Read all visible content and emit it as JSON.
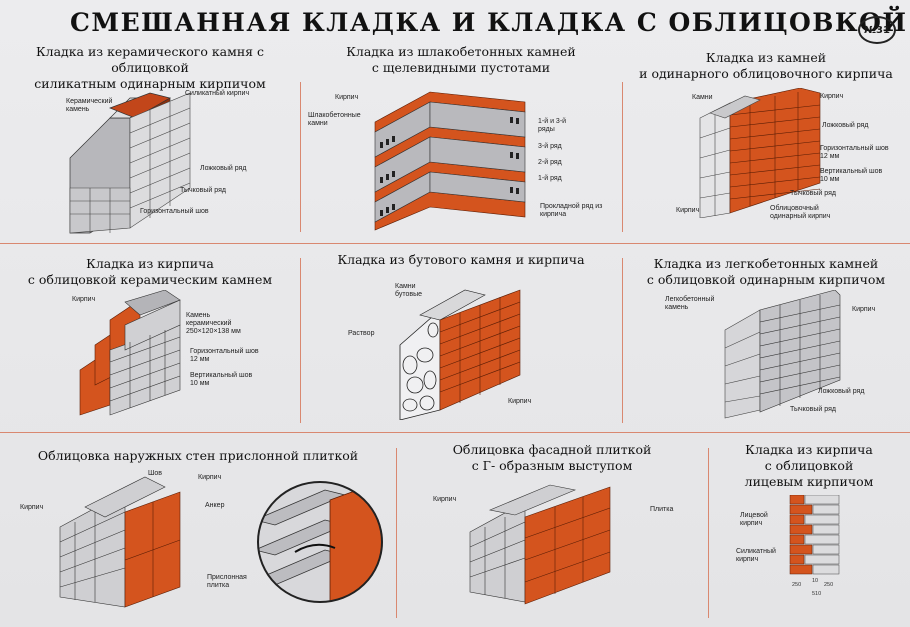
{
  "poster": {
    "title": "СМЕШАННАЯ  КЛАДКА И КЛАДКА С ОБЛИЦОВКОЙ",
    "number": "№31"
  },
  "panels": {
    "p1": {
      "title_l1": "Кладка из керамического камня с облицовкой",
      "title_l2": "силикатным одинарным кирпичом",
      "labels": [
        "Керамический камень",
        "Силикатный кирпич",
        "Ложковый ряд",
        "Тычковый ряд",
        "Горизонтальный шов"
      ]
    },
    "p2": {
      "title_l1": "Кладка из шлакобетонных камней",
      "title_l2": "с щелевидными пустотами",
      "labels": [
        "Кирпич",
        "Шлакобетонные камни",
        "1-й и 3-й ряды",
        "3-й ряд",
        "2-й ряд",
        "1-й ряд",
        "Прокладной ряд из кирпича"
      ]
    },
    "p3": {
      "title_l1": "Кладка из камней",
      "title_l2": "и одинарного облицовочного кирпича",
      "labels": [
        "Камни",
        "Кирпич",
        "Ложковый ряд",
        "Горизонтальный шов 12 мм",
        "Вертикальный шов 10 мм",
        "Тычковый ряд",
        "Облицовочный одинарный кирпич",
        "Кирпич"
      ]
    },
    "p4": {
      "title_l1": "Кладка из кирпича",
      "title_l2": "с облицовкой керамическим камнем",
      "labels": [
        "Кирпич",
        "Камень керамический 250×120×138 мм",
        "Горизонтальный шов 12 мм",
        "Вертикальный шов 10 мм"
      ]
    },
    "p5": {
      "title_l1": "Кладка из бутового камня и кирпича",
      "labels": [
        "Камни бутовые",
        "Раствор",
        "Кирпич"
      ]
    },
    "p6": {
      "title_l1": "Кладка из легкобетонных камней",
      "title_l2": "с облицовкой одинарным кирпичом",
      "labels": [
        "Легкобетонный камень",
        "Кирпич",
        "Ложковый ряд",
        "Тычковый ряд"
      ]
    },
    "p7": {
      "title_l1": "Облицовка наружных стен прислонной плиткой",
      "labels": [
        "Шов",
        "Кирпич",
        "Кирпич",
        "Анкер",
        "Прислонная плитка"
      ]
    },
    "p8": {
      "title_l1": "Облицовка фасадной плиткой",
      "title_l2": "с Г- образным выступом",
      "labels": [
        "Кирпич",
        "Плитка"
      ]
    },
    "p9": {
      "title_l1": "Кладка из кирпича",
      "title_l2": "с облицовкой",
      "title_l3": "лицевым кирпичом",
      "labels": [
        "Лицевой кирпич",
        "Силикатный кирпич"
      ],
      "dims": [
        "250",
        "10",
        "250",
        "510"
      ]
    }
  },
  "colors": {
    "brick": "#d4541e",
    "brick_dark": "#a8380f",
    "block": "#c9c9cc",
    "block_dark": "#8c8c92",
    "divider": "#d98870"
  }
}
